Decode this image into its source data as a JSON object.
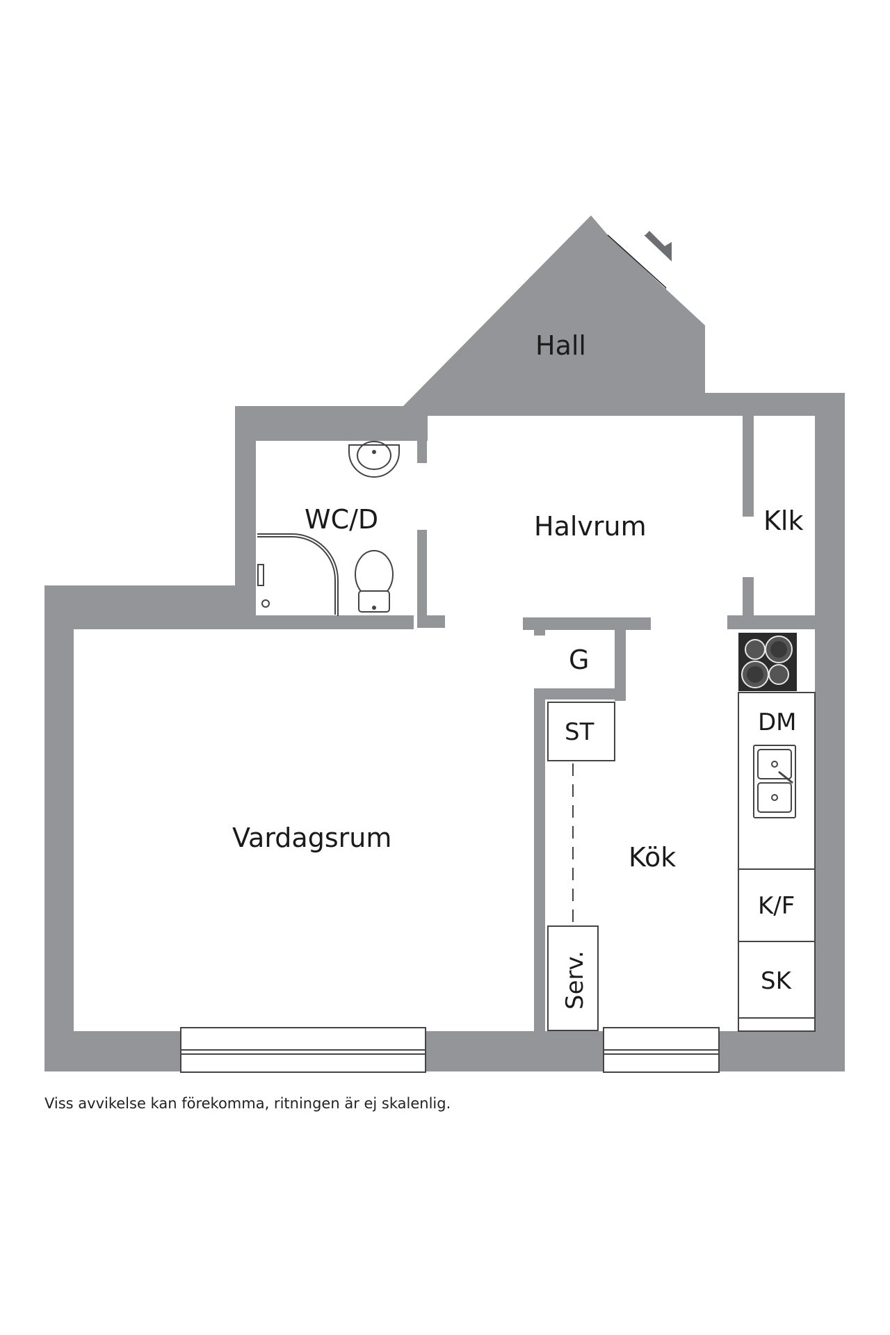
{
  "rooms": {
    "hall": "Hall",
    "wc": "WC/D",
    "halvrum": "Halvrum",
    "klk": "Klk",
    "g": "G",
    "st": "ST",
    "dm": "DM",
    "vardagsrum": "Vardagsrum",
    "kok": "Kök",
    "kf": "K/F",
    "sk": "SK",
    "serv": "Serv."
  },
  "disclaimer": "Viss avvikelse kan förekomma, ritningen är ej skalenlig.",
  "colors": {
    "wall": "#939598",
    "background": "#ffffff",
    "text": "#1a1a1a"
  }
}
